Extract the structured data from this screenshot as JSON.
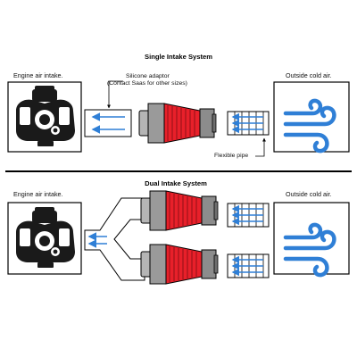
{
  "single": {
    "title": "Single Intake System",
    "engine_label": "Engine air intake.",
    "outside_label": "Outside cold air.",
    "adaptor_label": "Silicone adaptor",
    "adaptor_note": "(Contact Saas for other sizes)",
    "pipe_label": "Flexible pipe"
  },
  "dual": {
    "title": "Dual Intake System",
    "engine_label": "Engine air intake.",
    "outside_label": "Outside cold air."
  },
  "colors": {
    "filter_red": "#e8202a",
    "air_blue": "#2f7fd6",
    "housing_grey": "#8c8c8c",
    "outline": "#000000"
  },
  "icons": [
    "engine-icon",
    "air-filter-icon",
    "flexible-pipe-icon",
    "wind-icon",
    "airflow-arrow-icon",
    "y-adaptor-icon"
  ]
}
